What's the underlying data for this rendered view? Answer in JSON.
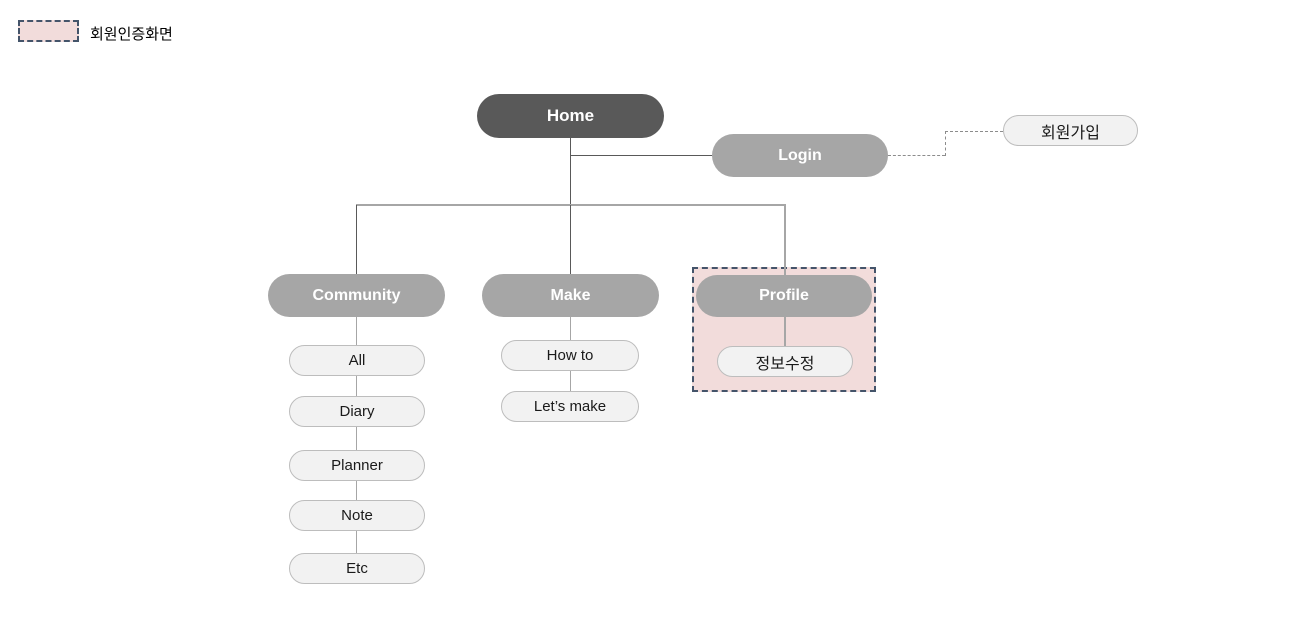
{
  "legend": {
    "label": "회원인증화면"
  },
  "tree": {
    "home": "Home",
    "login": "Login",
    "signup": "회원가입",
    "sections": [
      {
        "label": "Community",
        "children": [
          "All",
          "Diary",
          "Planner",
          "Note",
          "Etc"
        ]
      },
      {
        "label": "Make",
        "children": [
          "How to",
          "Let’s make"
        ]
      },
      {
        "label": "Profile",
        "children": [
          "정보수정"
        ],
        "highlighted": true
      }
    ]
  },
  "colors": {
    "primary_node": "#595959",
    "secondary_node": "#A6A6A6",
    "leaf_fill": "#F2F2F2",
    "leaf_border": "#BDBDBD",
    "connector_dark": "#595959",
    "connector_light": "#A6A6A6",
    "dashed_connector": "#8C8C8C",
    "highlight_fill": "#F2DCDB",
    "highlight_border": "#44546A"
  }
}
